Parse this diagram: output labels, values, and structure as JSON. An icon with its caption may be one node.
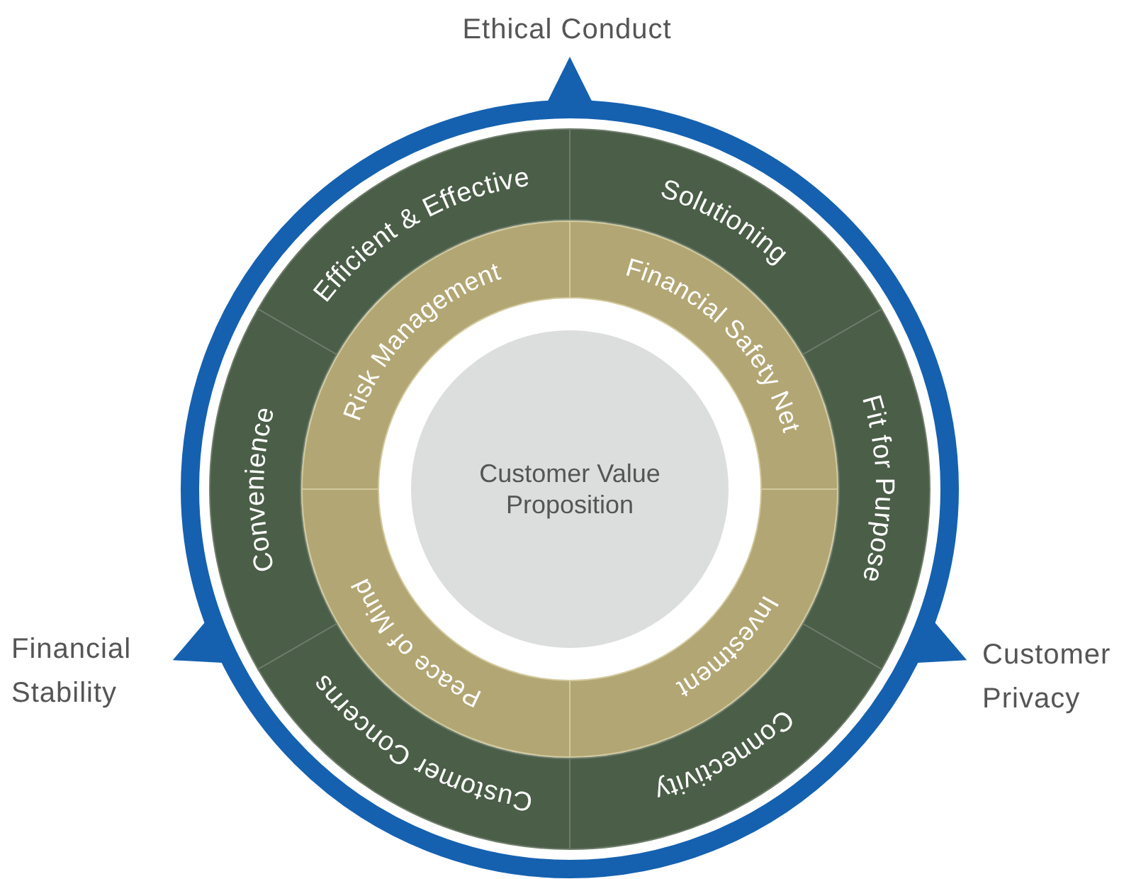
{
  "diagram": {
    "nodes": [
      {
        "text": [
          "Customer Value Proposition"
        ]
      },
      {
        "text": [
          "Risk Management"
        ]
      },
      {
        "text": [
          "Financial Safety Net"
        ]
      },
      {
        "text": [
          "Investment"
        ]
      },
      {
        "text": [
          "Peace of Mind"
        ]
      },
      {
        "text": [
          "Efficient & Effective"
        ]
      },
      {
        "text": [
          "Solutioning"
        ]
      },
      {
        "text": [
          "Fit for Purpose"
        ]
      },
      {
        "text": [
          "Connectivity"
        ]
      },
      {
        "text": [
          "Customer Concerns"
        ]
      },
      {
        "text": [
          "Convenience"
        ]
      }
    ],
    "labels": [
      "Ethical Conduct",
      "Financial Stability",
      "Customer Privacy"
    ]
  }
}
